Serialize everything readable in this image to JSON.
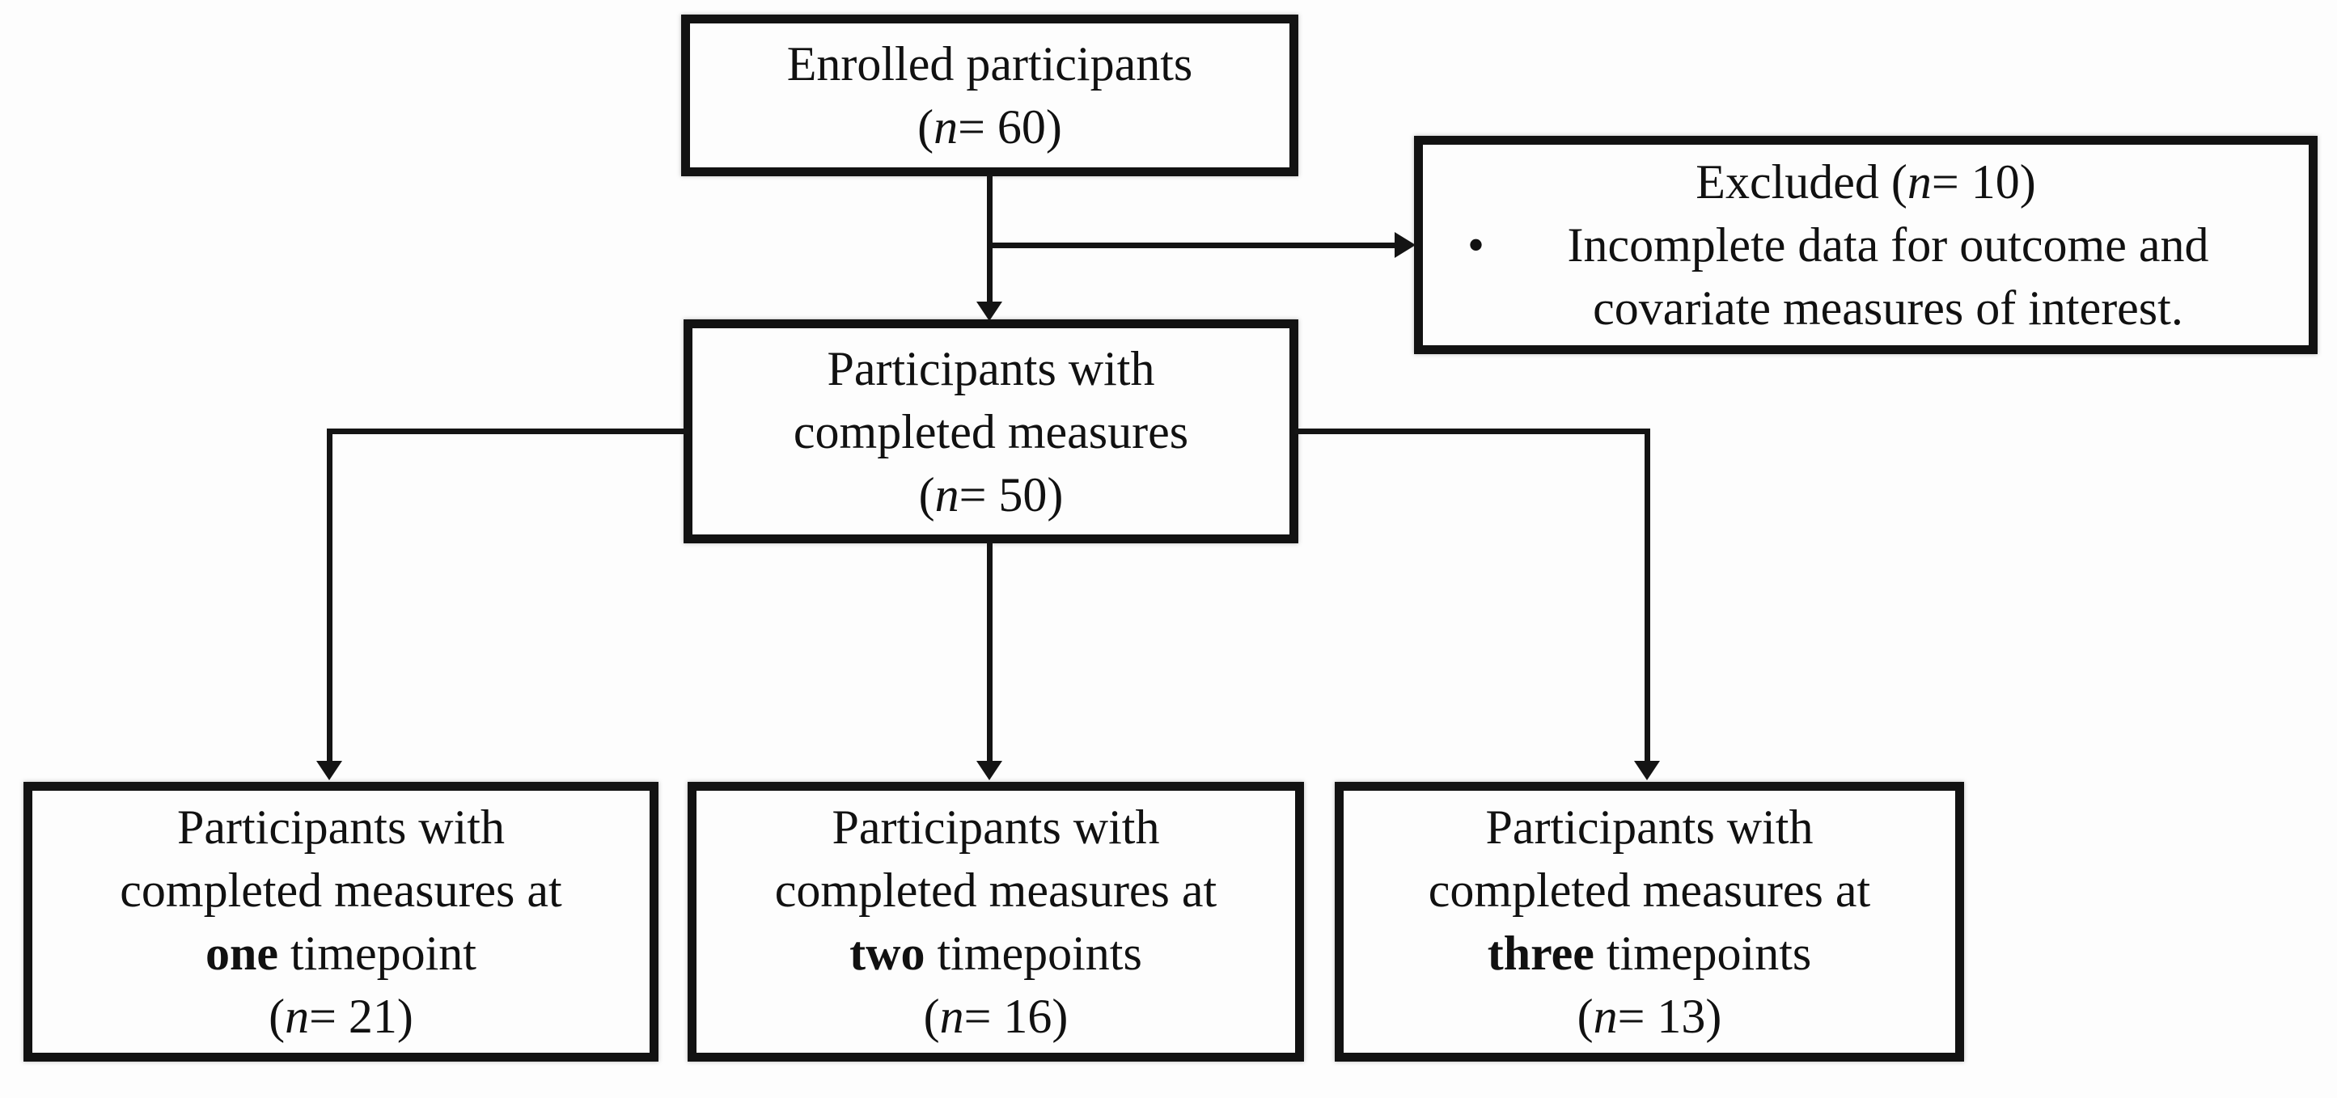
{
  "flowchart": {
    "enrolled": {
      "label": "Enrolled participants",
      "count_open": "(",
      "count_n": "n",
      "count_rest": "= 60)"
    },
    "excluded": {
      "title_pre": "Excluded (",
      "title_n": "n",
      "title_rest": "= 10)",
      "bullet_glyph": "•",
      "reason": "Incomplete data for outcome and covariate measures of interest."
    },
    "completed": {
      "line1": "Participants with",
      "line2": "completed measures",
      "count_open": "(",
      "count_n": "n",
      "count_rest": "= 50)"
    },
    "one_timepoint": {
      "line1": "Participants with",
      "line2": "completed measures at",
      "emph": "one",
      "line3_rest": " timepoint",
      "count_open": "(",
      "count_n": "n",
      "count_rest": "= 21)"
    },
    "two_timepoints": {
      "line1": "Participants with",
      "line2": "completed measures at",
      "emph": "two",
      "line3_rest": " timepoints",
      "count_open": "(",
      "count_n": "n",
      "count_rest": "= 16)"
    },
    "three_timepoints": {
      "line1": "Participants with",
      "line2": "completed measures at",
      "emph": "three",
      "line3_rest": " timepoints",
      "count_open": "(",
      "count_n": "n",
      "count_rest": "= 13)"
    }
  }
}
